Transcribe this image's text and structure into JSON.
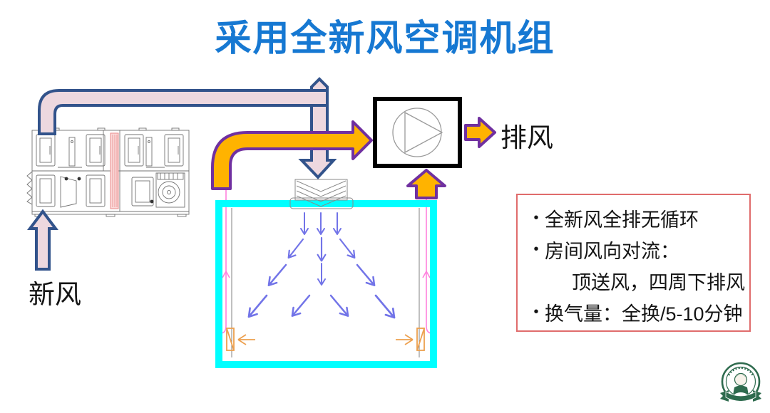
{
  "slide": {
    "title": "采用全新风空调机组"
  },
  "labels": {
    "fresh_air": "新风",
    "exhaust_air": "排风"
  },
  "notes": {
    "items": [
      {
        "bullet": "•",
        "text": "全新风全排无循环"
      },
      {
        "bullet": "•",
        "text": "房间风向对流："
      },
      {
        "bullet": "",
        "text": "顶送风，四周下排风"
      },
      {
        "bullet": "•",
        "text": "换气量：全换/5-10分钟"
      }
    ]
  },
  "icons": {
    "fan": "fan-in-box-symbol",
    "diffuser": "ceiling-supply-diffuser",
    "seal": "green-hospital-seal"
  },
  "colors": {
    "title_blue": "#1678D2",
    "duct_pink": "#EDD8DF",
    "duct_border": "#32538B",
    "orange": "#FFB300",
    "purple": "#7030A0",
    "cyan": "#00FFFF",
    "flow_blue": "#7274E8",
    "magenta": "#FF82DE",
    "grille_orange": "#EDA04F",
    "note_border": "#E06C6C",
    "logo_green": "#2E6B4E",
    "coil_red": "#E88A8A",
    "cad_gray": "#737373",
    "text_black": "#141414"
  }
}
